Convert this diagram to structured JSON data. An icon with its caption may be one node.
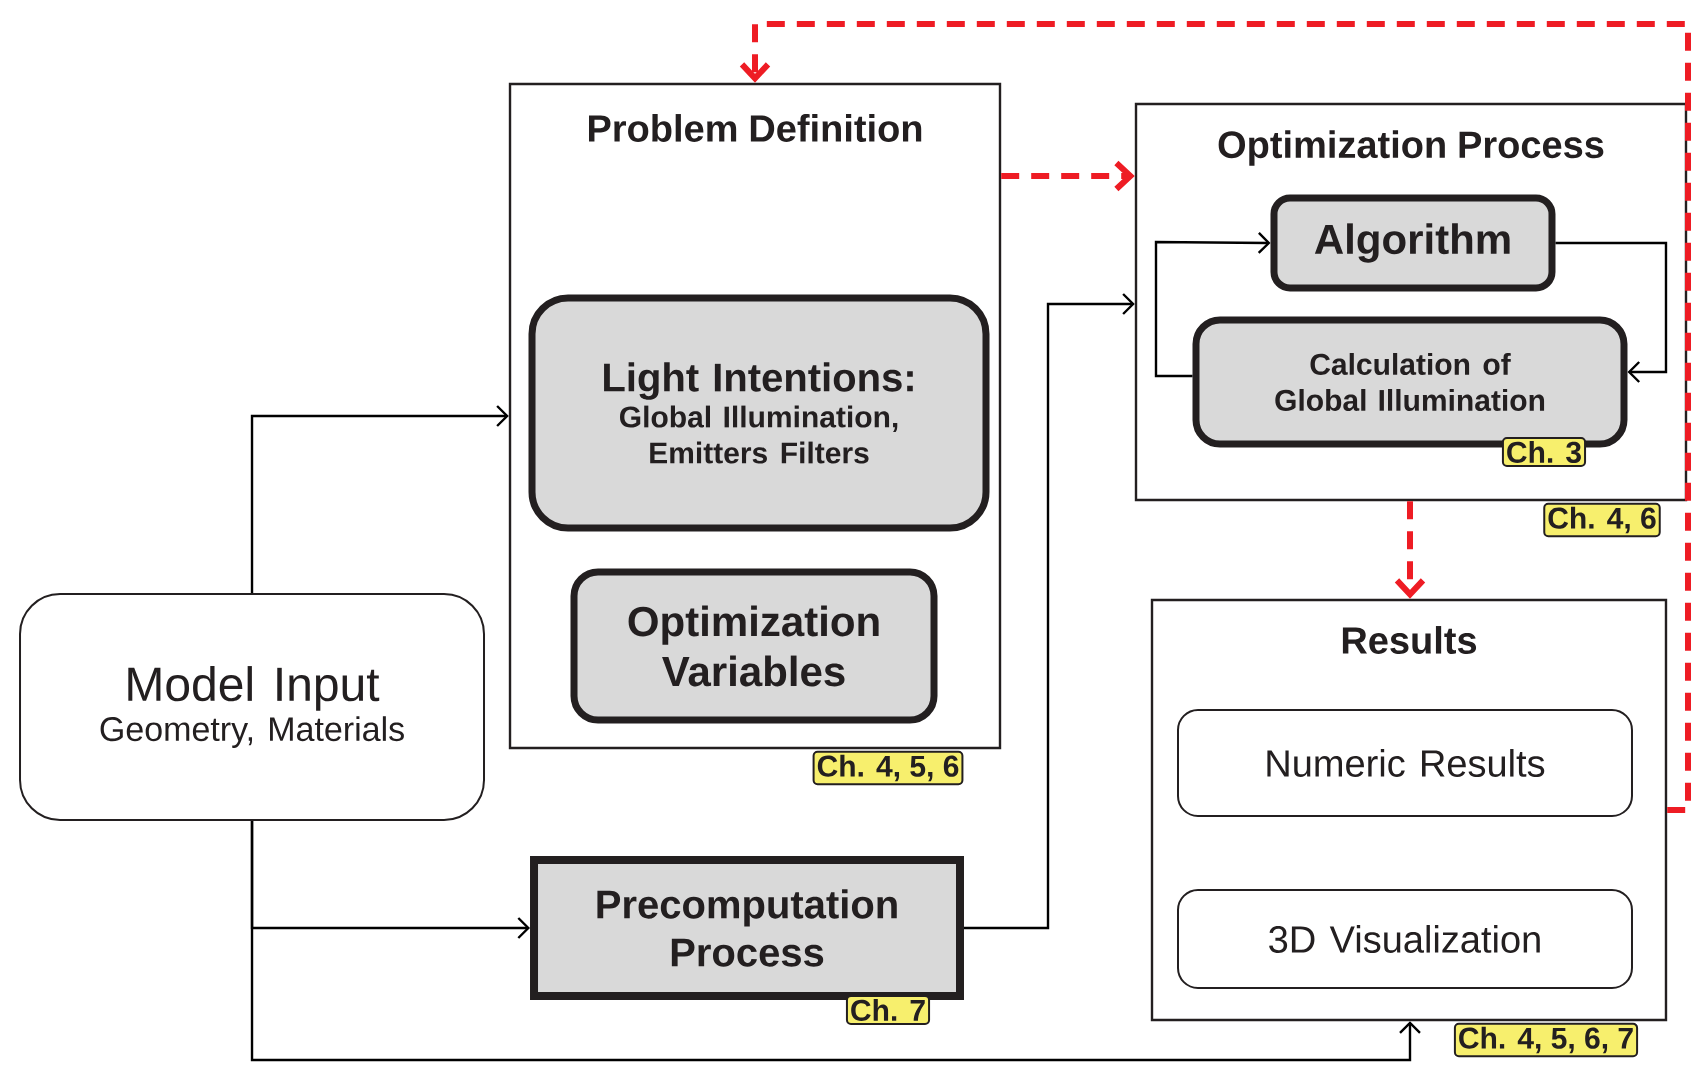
{
  "diagram": {
    "nodes": [
      {
        "text": [
          "Model Input",
          "Geometry, Materials"
        ]
      },
      {
        "text": [
          "Problem Definition"
        ],
        "beside": [
          "Ch. 4, 5, 6"
        ]
      },
      {
        "text": [
          "Light Intentions:",
          "Global Illumination, Emitters Filters"
        ],
        "in": 1
      },
      {
        "text": [
          "Optimization Variables"
        ],
        "in": 1
      },
      {
        "text": [
          "Precomputation Process"
        ],
        "beside": [
          "Ch. 7"
        ]
      },
      {
        "text": [
          "Optimization Process"
        ],
        "beside": [
          "Ch. 4, 6"
        ]
      },
      {
        "text": [
          "Algorithm"
        ],
        "in": 5
      },
      {
        "text": [
          "Calculation of Global Illumination"
        ],
        "in": 5,
        "beside": [
          "Ch. 3"
        ]
      },
      {
        "text": [
          "Results"
        ],
        "beside": [
          "Ch. 4, 5, 6, 7"
        ]
      },
      {
        "text": [
          "Numeric Results"
        ],
        "in": 8
      },
      {
        "text": [
          "3D Visualization"
        ],
        "in": 8
      }
    ],
    "edges": [
      {
        "from": 0,
        "to": 1,
        "arrow": "to"
      },
      {
        "from": 0,
        "to": 4,
        "arrow": "to"
      },
      {
        "from": 0,
        "to": 8,
        "arrow": "to"
      },
      {
        "from": 4,
        "to": 5,
        "arrow": "to"
      },
      {
        "from": 1,
        "to": 5,
        "arrow": "to",
        "style": "dashed",
        "color": "#ee1c24"
      },
      {
        "from": 6,
        "to": 7,
        "arrow": "to"
      },
      {
        "from": 7,
        "to": 6,
        "arrow": "to"
      },
      {
        "from": 5,
        "to": 8,
        "arrow": "to",
        "style": "dashed",
        "color": "#ee1c24"
      },
      {
        "from": 8,
        "to": 1,
        "arrow": "to",
        "style": "dashed",
        "color": "#ee1c24"
      }
    ]
  }
}
